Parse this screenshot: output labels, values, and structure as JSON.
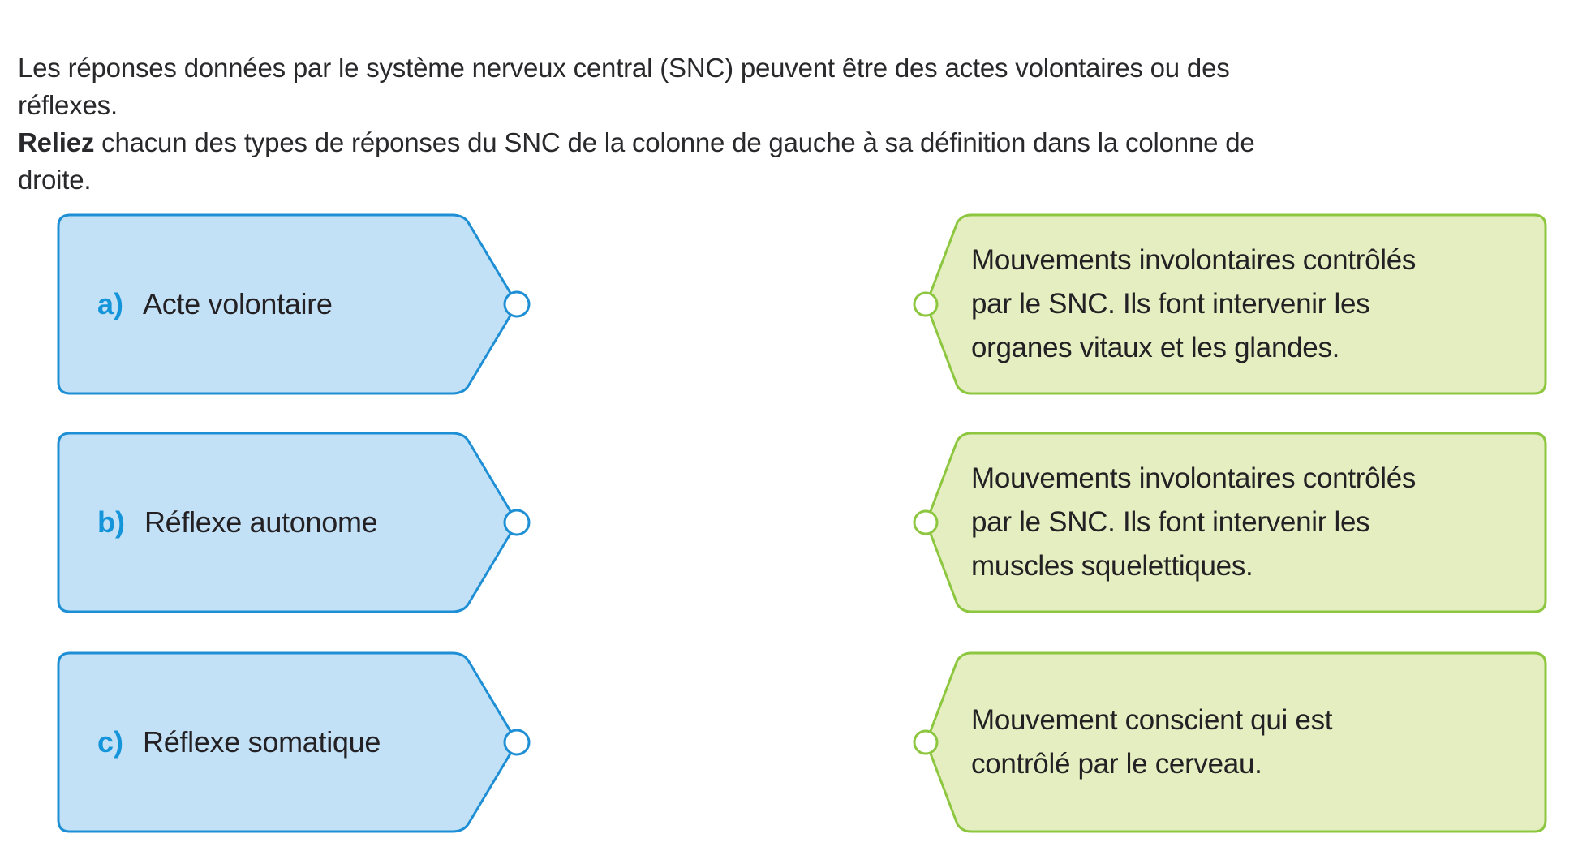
{
  "instructions": {
    "line1": "Les réponses données par le système nerveux central (SNC) peuvent être des actes volontaires ou des réflexes.",
    "line2_bold": "Reliez",
    "line2_rest": " chacun des types de réponses du SNC de la colonne de gauche à sa définition dans la colonne de droite."
  },
  "left_column": {
    "items": [
      {
        "letter": "a)",
        "label": "Acte volontaire"
      },
      {
        "letter": "b)",
        "label": "Réflexe autonome"
      },
      {
        "letter": "c)",
        "label": "Réflexe somatique"
      }
    ]
  },
  "right_column": {
    "items": [
      {
        "text": "Mouvements involontaires contrôlés\npar le SNC. Ils font intervenir les\norganes vitaux et les glandes."
      },
      {
        "text": "Mouvements involontaires contrôlés\npar le SNC. Ils font intervenir les\nmuscles squelettiques."
      },
      {
        "text": "Mouvement conscient qui est\ncontrôlé par le cerveau."
      }
    ]
  },
  "colors": {
    "blue_fill": "#c3e1f6",
    "blue_border": "#1e8fd5",
    "blue_letter": "#1495da",
    "green_fill": "#e5eec1",
    "green_border": "#8dc63f",
    "text": "#29292c"
  }
}
